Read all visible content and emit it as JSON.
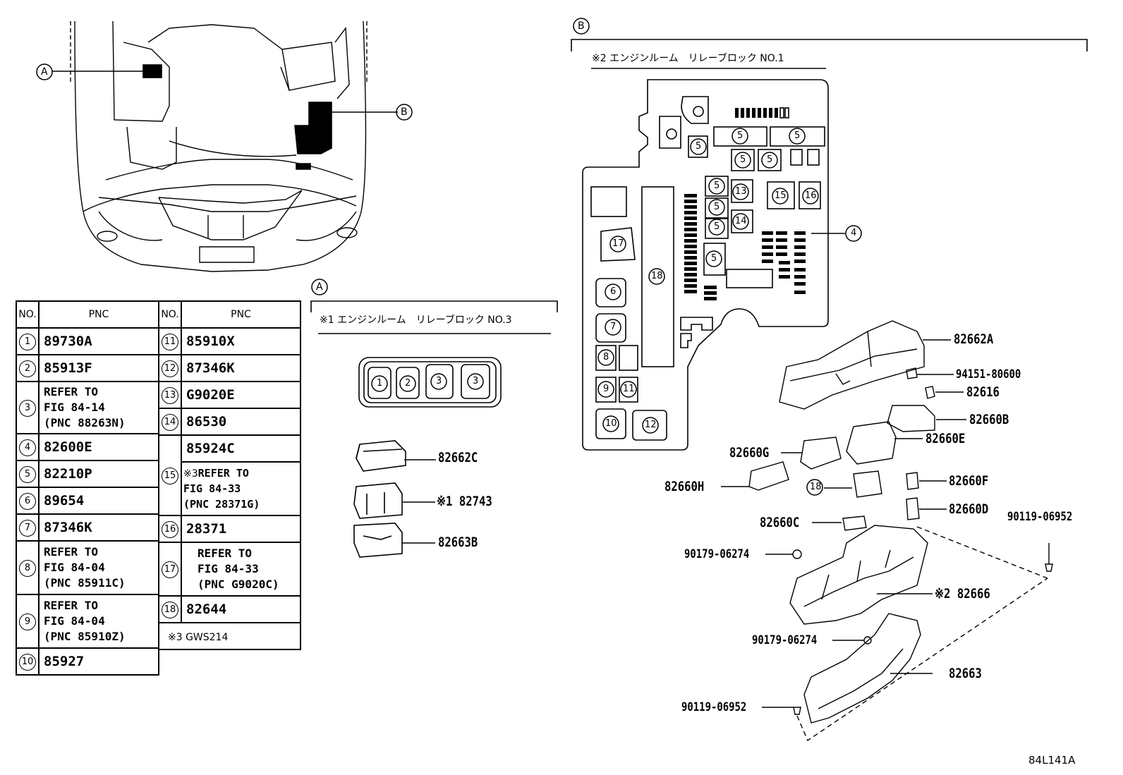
{
  "callouts": {
    "a": "A",
    "b": "B"
  },
  "section_a": {
    "title": "※1 エンジンルーム　リレーブロック NO.3",
    "slots": [
      "1",
      "2",
      "3",
      "3"
    ]
  },
  "section_b": {
    "title": "※2 エンジンルーム　リレーブロック NO.1"
  },
  "block_labels": [
    "5",
    "5",
    "5",
    "5",
    "5",
    "5",
    "5",
    "5",
    "5",
    "13",
    "14",
    "15",
    "16",
    "17",
    "18",
    "6",
    "7",
    "8",
    "9",
    "11",
    "10",
    "12",
    "4"
  ],
  "part_labels": {
    "p82662A": "82662A",
    "p94151": "94151-80600",
    "p82616": "82616",
    "p82660B": "82660B",
    "p82660E": "82660E",
    "p82660G": "82660G",
    "p82660H": "82660H",
    "p18": "18",
    "p82660F": "82660F",
    "p82660D": "82660D",
    "p90119a": "90119-06952",
    "p82660C": "82660C",
    "p90179a": "90179-06274",
    "p82666": "※2 82666",
    "p90179b": "90179-06274",
    "p82663": "82663",
    "p90119b": "90119-06952",
    "p82662C": "82662C",
    "p82743": "※1 82743",
    "p82663B": "82663B"
  },
  "figure_id": "84L141A",
  "table": {
    "headers": [
      "NO.",
      "PNC",
      "NO.",
      "PNC"
    ],
    "left": [
      {
        "no": "1",
        "pnc": "89730A"
      },
      {
        "no": "2",
        "pnc": "85913F"
      },
      {
        "no": "3",
        "pnc": "REFER TO\nFIG 84-14\n(PNC 88263N)"
      },
      {
        "no": "4",
        "pnc": "82600E"
      },
      {
        "no": "5",
        "pnc": "82210P"
      },
      {
        "no": "6",
        "pnc": "89654"
      },
      {
        "no": "7",
        "pnc": "87346K"
      },
      {
        "no": "8",
        "pnc": "REFER TO\nFIG 84-04\n(PNC 85911C)"
      },
      {
        "no": "9",
        "pnc": "REFER TO\nFIG 84-04\n(PNC 85910Z)"
      },
      {
        "no": "10",
        "pnc": "85927"
      }
    ],
    "right": [
      {
        "no": "11",
        "pnc": "85910X"
      },
      {
        "no": "12",
        "pnc": "87346K"
      },
      {
        "no": "13",
        "pnc": "G9020E"
      },
      {
        "no": "14",
        "pnc": "86530"
      },
      {
        "no": "15",
        "pnc": "85924C",
        "pnc2_mark": "※3",
        "pnc2": "REFER TO\nFIG 84-33\n(PNC 28371G)"
      },
      {
        "no": "16",
        "pnc": "28371"
      },
      {
        "no": "17",
        "pnc": "REFER TO\nFIG 84-33\n(PNC G9020C)"
      },
      {
        "no": "18",
        "pnc": "82644"
      }
    ],
    "note": "※3 GWS214"
  }
}
